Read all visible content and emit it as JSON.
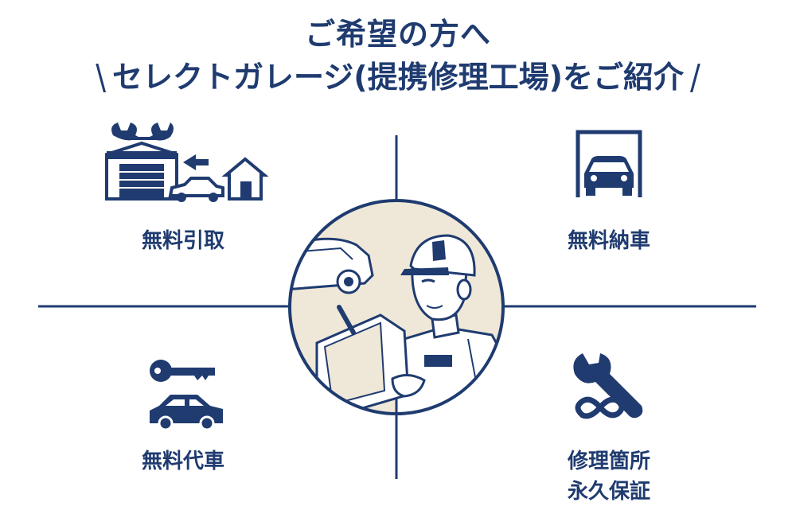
{
  "header": {
    "line1": "ご希望の方へ",
    "line2": "セレクトガレージ(提携修理工場)をご紹介",
    "slash_left": "\\",
    "slash_right": "/"
  },
  "features": {
    "pickup": {
      "label": "無料引取",
      "icon": "garage-pickup-icon"
    },
    "delivery": {
      "label": "無料納車",
      "icon": "car-in-garage-icon"
    },
    "loaner": {
      "label": "無料代車",
      "icon": "key-and-car-icon"
    },
    "warranty": {
      "label_line1": "修理箇所",
      "label_line2": "永久保証",
      "icon": "wrench-infinity-icon"
    }
  },
  "colors": {
    "navy": "#1f3b70",
    "cream": "#efe8d8"
  }
}
